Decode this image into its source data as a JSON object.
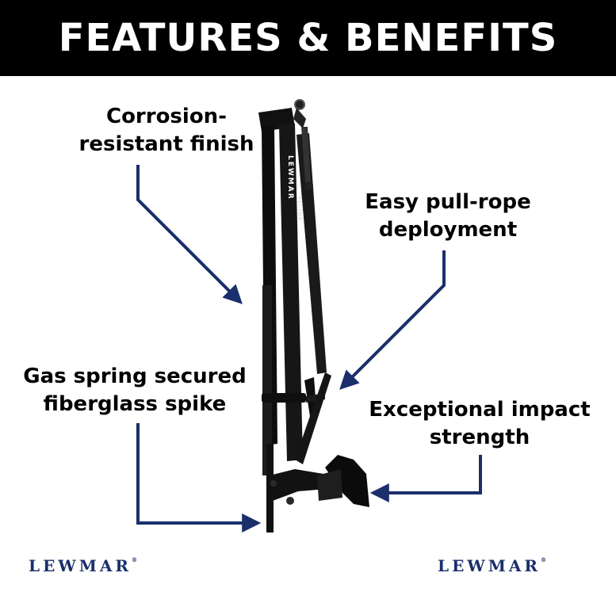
{
  "banner": {
    "title": "FEATURES & BENEFITS"
  },
  "features": {
    "corrosion": {
      "line1": "Corrosion-",
      "line2": "resistant finish"
    },
    "pull_rope": {
      "line1": "Easy pull-rope",
      "line2": "deployment"
    },
    "gas_spring": {
      "line1": "Gas spring secured",
      "line2": "fiberglass spike"
    },
    "impact": {
      "line1": "Exceptional impact",
      "line2": "strength"
    }
  },
  "product": {
    "brand_on_arm": "LEWMAR",
    "model_on_arm": "VECTOR"
  },
  "logos": {
    "left": "LEWMAR",
    "right": "LEWMAR",
    "mark": "®"
  },
  "colors": {
    "banner_bg": "#000000",
    "banner_text": "#ffffff",
    "arrow": "#1a2f6b",
    "brand": "#1a2f6b",
    "product": "#111111"
  },
  "icons": {
    "callout": "arrow-icon"
  }
}
